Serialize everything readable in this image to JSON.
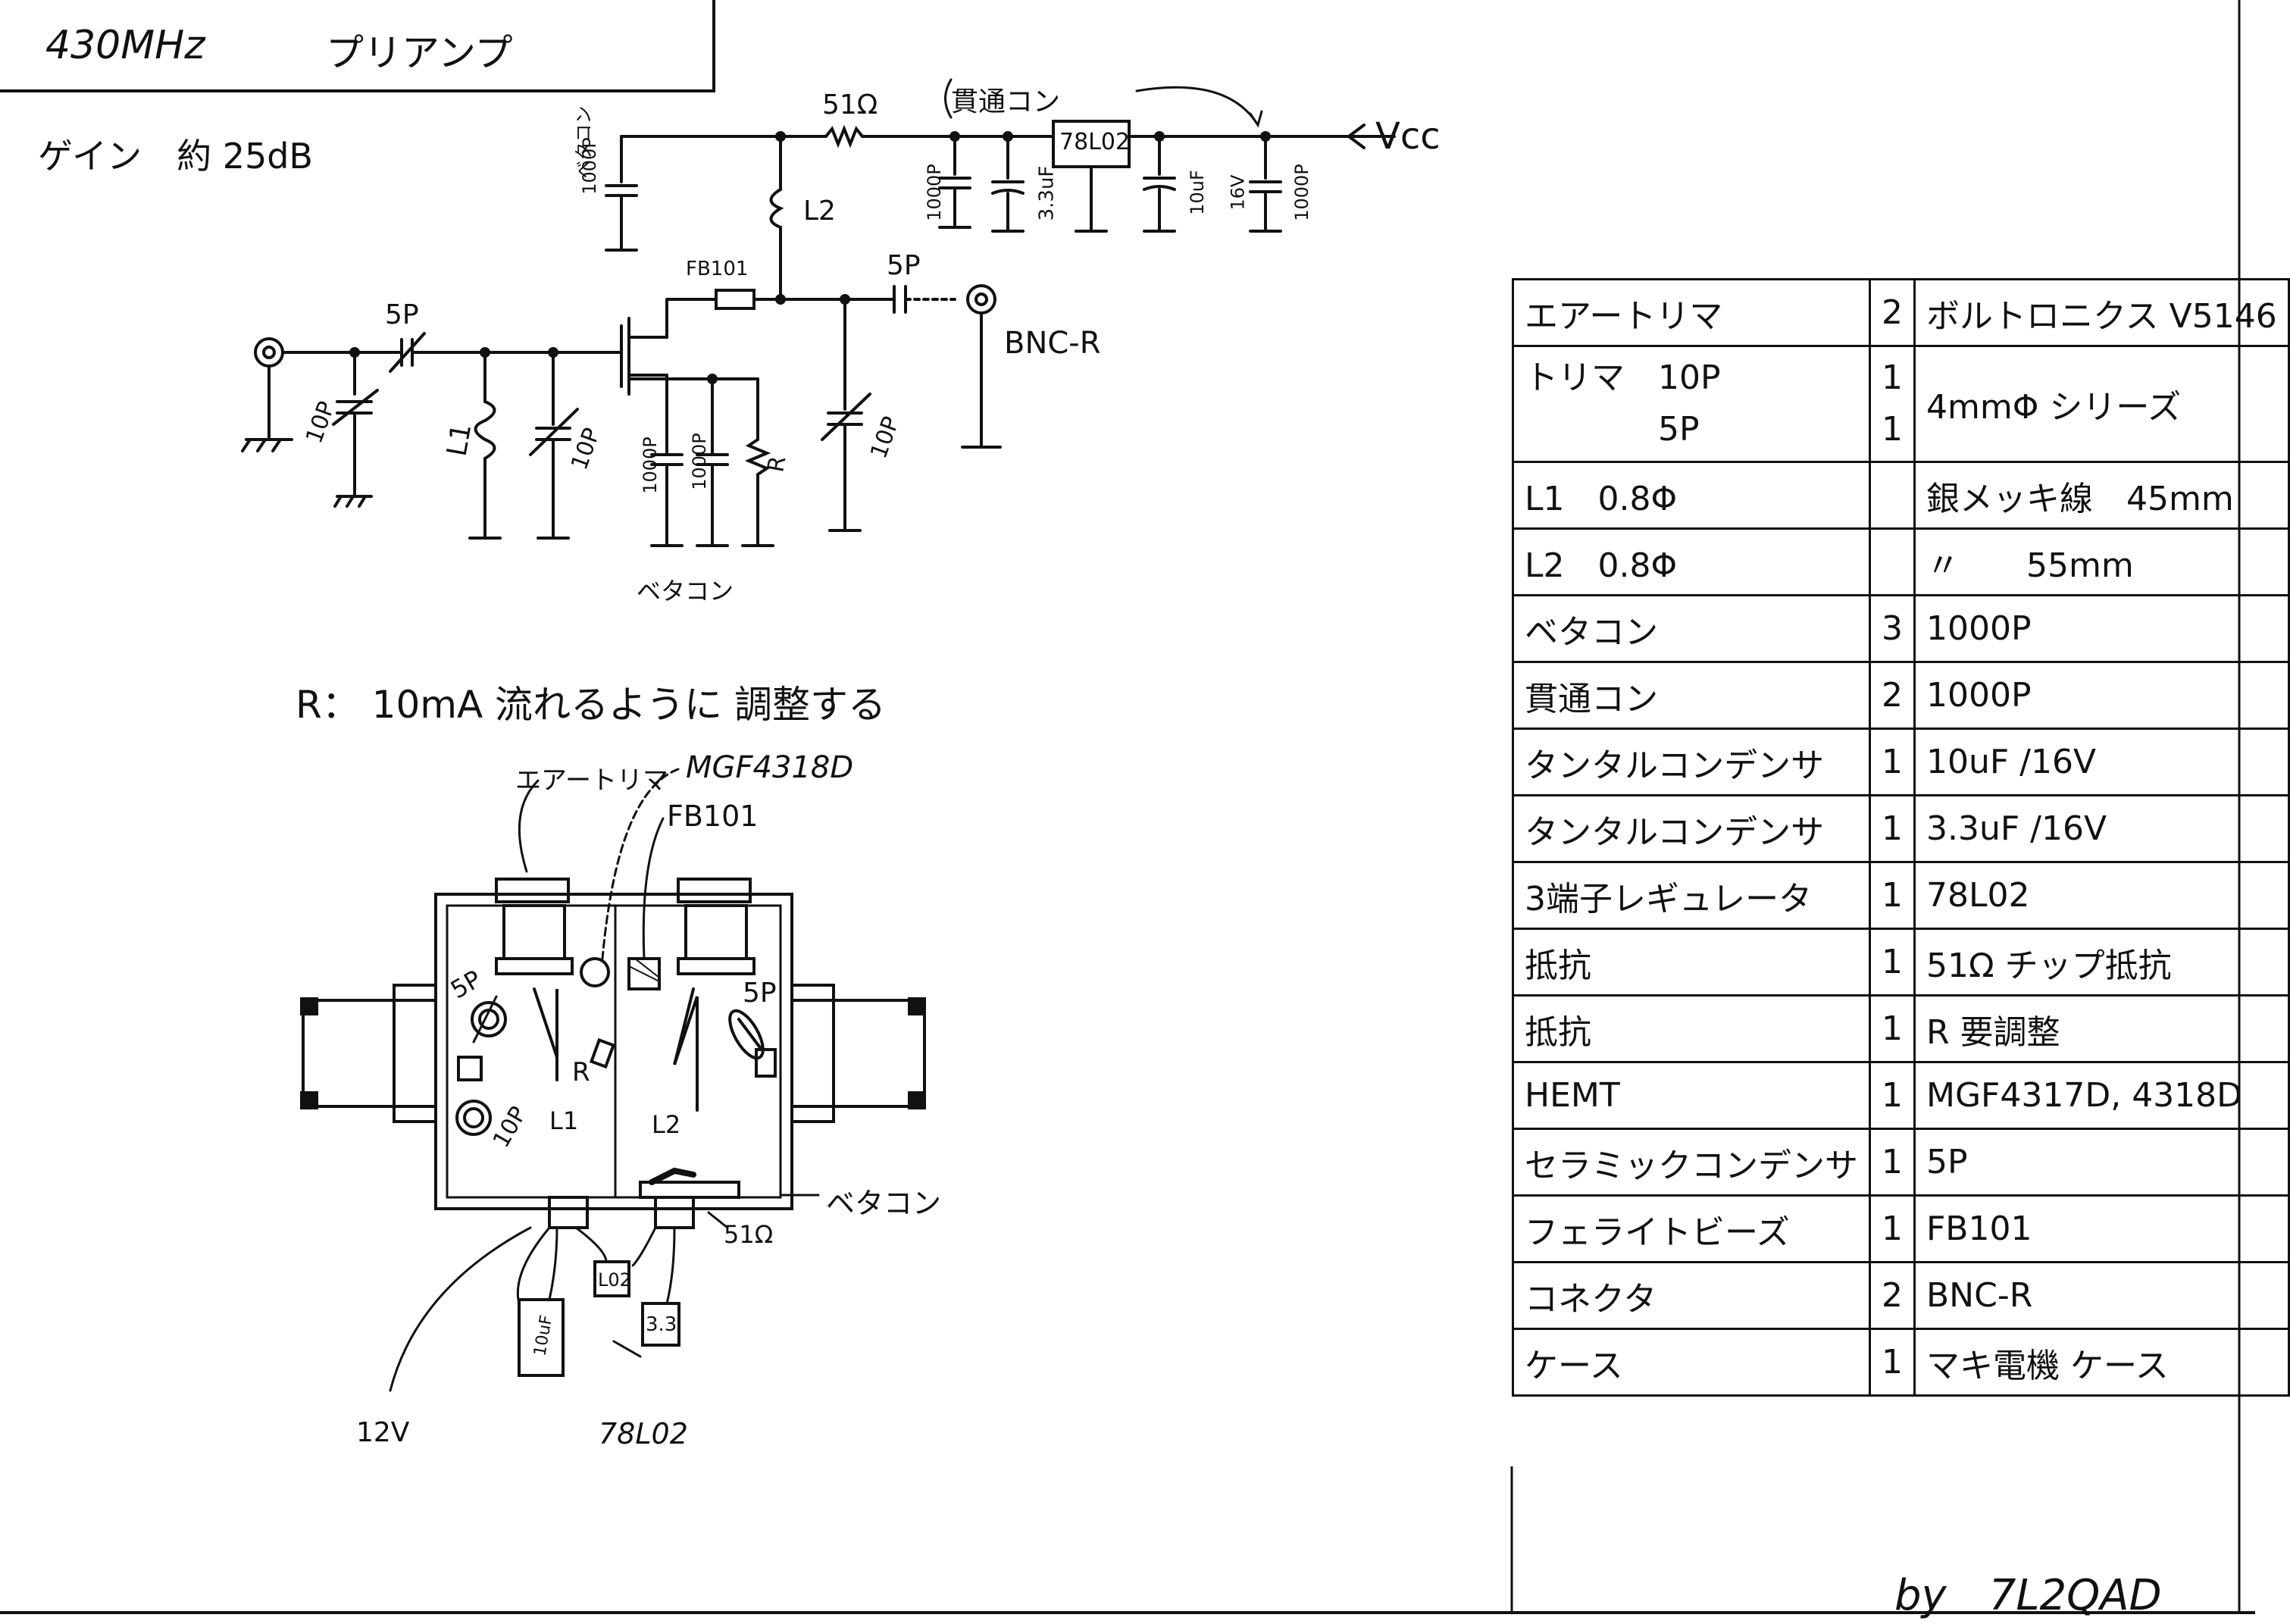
{
  "header": {
    "title_freq": "430MHz",
    "title_name": "プリアンプ",
    "gain_note": "ゲイン　約 25dB"
  },
  "schematic": {
    "labels": {
      "vcc": "Vcc",
      "r51": "51Ω",
      "feedthrough": "貫通コン",
      "reg": "78L02",
      "c1000_left": "1000P",
      "beta_con_left": "ベタコン",
      "c1000_a": "1000P",
      "c33": "3.3uF",
      "c10uf": "10uF",
      "v16": "16V",
      "c1000_b": "1000P",
      "l2": "L2",
      "fb101": "FB101",
      "c5p_out": "5P",
      "bnc": "BNC-R",
      "c5p_in": "5P",
      "c10p_in": "10P",
      "l1": "L1",
      "c10p_mid": "10P",
      "c1000_s1": "1000P",
      "c1000_s2": "1000P",
      "r": "R",
      "c10p_out": "10P",
      "beta_con_bottom": "ベタコン"
    },
    "note": "R： 10mA 流れるように 調整する"
  },
  "layout_drawing": {
    "labels": {
      "air_trimmer": "エアートリマ",
      "mgf": "MGF4318D",
      "fb101": "FB101",
      "c5p_left": "5P",
      "c10p": "10P",
      "r": "R",
      "l1": "L1",
      "l2": "L2",
      "c5p_right": "5P",
      "beta_con": "ベタコン",
      "r51": "51Ω",
      "l02": "L02",
      "c33": "3.3",
      "c10uf": "10uF",
      "v12": "12V",
      "reg": "78L02"
    }
  },
  "parts": [
    {
      "name": "エアートリマ",
      "qty": "2",
      "spec": "ボルトロニクス V5146"
    },
    {
      "name": "トリマ　10P\n　　　　5P",
      "qty": "1\n1",
      "spec": "4mmΦ シリーズ"
    },
    {
      "name": "L1　0.8Φ",
      "qty": "",
      "spec": "銀メッキ線　45mm"
    },
    {
      "name": "L2　0.8Φ",
      "qty": "",
      "spec": "〃　　55mm"
    },
    {
      "name": "ベタコン",
      "qty": "3",
      "spec": "1000P"
    },
    {
      "name": "貫通コン",
      "qty": "2",
      "spec": "1000P"
    },
    {
      "name": "タンタルコンデンサ",
      "qty": "1",
      "spec": "10uF /16V"
    },
    {
      "name": "タンタルコンデンサ",
      "qty": "1",
      "spec": "3.3uF /16V"
    },
    {
      "name": "3端子レギュレータ",
      "qty": "1",
      "spec": "78L02"
    },
    {
      "name": "抵抗",
      "qty": "1",
      "spec": "51Ω チップ抵抗"
    },
    {
      "name": "抵抗",
      "qty": "1",
      "spec": "R 要調整"
    },
    {
      "name": "HEMT",
      "qty": "1",
      "spec": "MGF4317D, 4318D"
    },
    {
      "name": "セラミックコンデンサ",
      "qty": "1",
      "spec": "5P"
    },
    {
      "name": "フェライトビーズ",
      "qty": "1",
      "spec": "FB101"
    },
    {
      "name": "コネクタ",
      "qty": "2",
      "spec": "BNC-R"
    },
    {
      "name": "ケース",
      "qty": "1",
      "spec": "マキ電機 ケース"
    }
  ],
  "footer": {
    "credit": "by　7L2QAD"
  }
}
